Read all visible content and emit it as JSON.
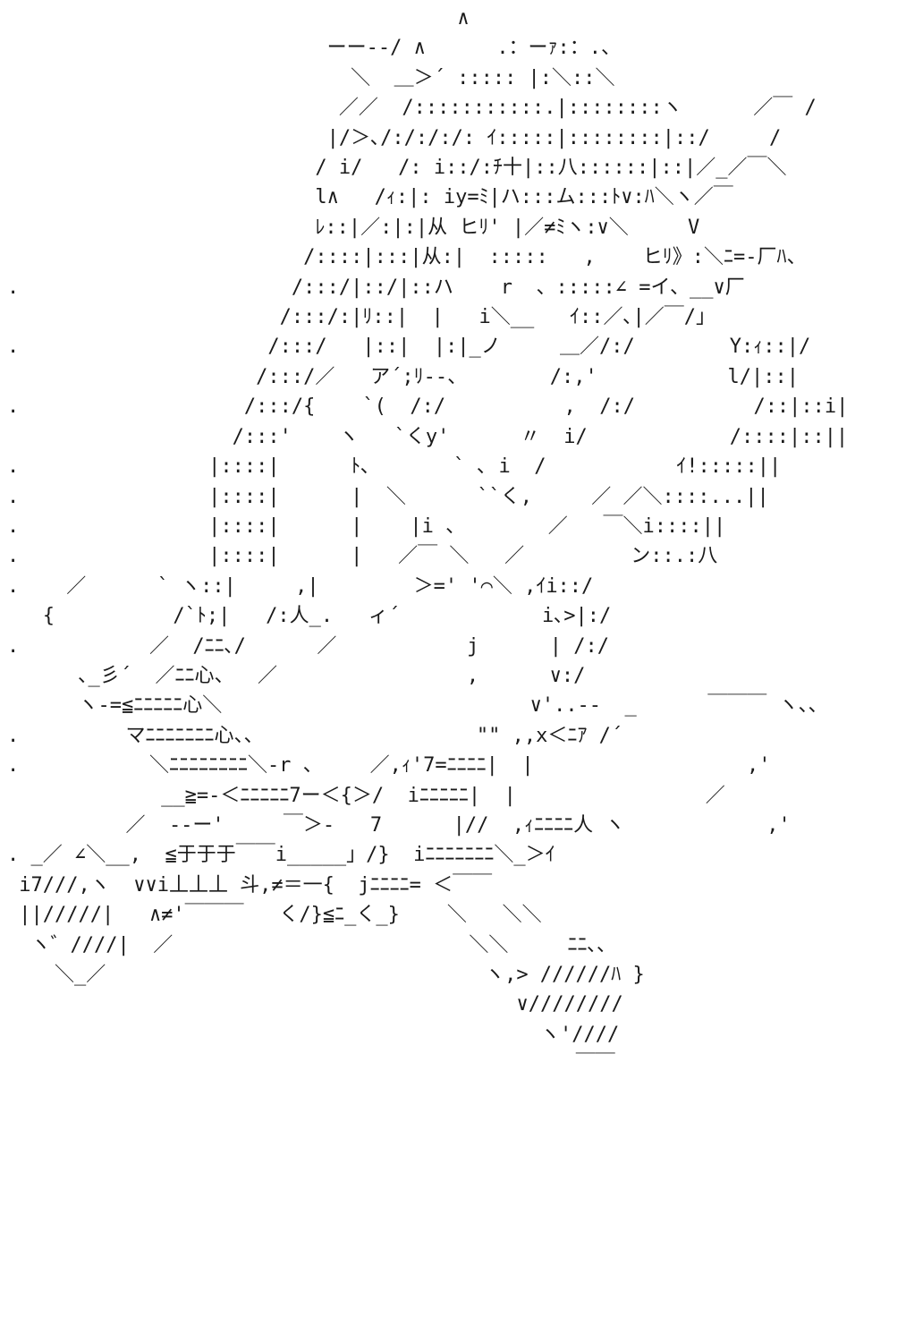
{
  "art": {
    "lines": [
      "                                      ∧",
      "                           ーー‐‐/ ∧      .：ーｧ:：.、",
      "                             ＼  ＿＞´ ::::: |:＼::＼",
      "                            ／／  /:::::::::::.|::::::::ヽ      ／￣ /",
      "                           |/＞､/:/:/:/: ｲ:::::|::::::::|::/     /",
      "                          / i/   /: i::/:ﾁ十|::八::::::|::|／_／￣＼",
      "                          l∧   /ｨ:|: iy=ﾐ|ハ:::ム:::ﾄ∨:ﾊ＼ヽ／￣",
      "                          ﾚ::|／:|:|从 ヒﾘ' |／≠ﾐヽ:∨＼     V",
      "                         /::::|:::|从:|  :::::   ,    ヒﾘ》:＼ﾆ=-厂ﾊ、",
      ".                       /:::/|::/|::ハ    r  、:::::∠ =イ、__∨厂",
      "                       /:::/:|ﾘ::|  |   i＼__   ｲ::／､|／￣/」",
      ".                     /:::/   |::|  |:|_ノ     ＿／/:/        Y:ｨ::|/",
      "                     /:::/／   ア´;ﾘ-‐、       /:,'           l/|::|",
      ".                   /:::/{    `(  /:/          ,  /:/          /::|::i|",
      "                   /:::'    ヽ   `くy'      〃  i/            /::::|::||",
      ".                |::::|      ﾄ､       ` ､ i  /           ｲ!:::::||",
      ".                |::::|      |  ＼      ``く,     ／ ／＼::::...||",
      ".                |::::|      |    |i 、       ／   ￣＼i::::||",
      ".                |::::|      |   ／￣ ＼   ／         ン::.:八",
      ".    ／      ` ヽ::|     ,|        ＞=' '⌒＼ ,ｲi::/",
      "   {          /`ﾄ;|   /:人_.   ィ´            i､>|:/",
      ".           ／  /ﾆﾆ､/      ／           j      | /:/",
      "      ､_彡´  ／ﾆﾆ心、  ／                ,      ∨:/",
      "      ヽ‐=≦ﾆﾆﾆﾆﾆ心＼                          ∨'..--  _      ￣￣￣ ヽ、、",
      ".         マﾆﾆﾆﾆﾆﾆﾆ心、、                  \"\" ,,x＜ﾆｱ /´",
      ".           ＼ﾆﾆﾆﾆﾆﾆﾆﾆ＼‐r 、    ／,ｨ'7=ﾆﾆﾆﾆ|  |                  ,'",
      "             __≧=‐＜ﾆﾆﾆﾆﾆ7ー＜{＞/  iﾆﾆﾆﾆﾆ|  |                ／",
      "          ／  ‐‐ー'     ￣＞-   7      |//  ,ｨﾆﾆﾆﾆ人 ヽ            ,'",
      ". _／ ∠＼__,  ≦于于于￣￣i_____」/}  iﾆﾆﾆﾆﾆﾆﾆ＼_＞ｲ",
      " i7///,ヽ  ∨∨i丄丄丄 斗,≠＝一{  jﾆﾆﾆﾆ= ＜￣￣",
      " ||/////|   ∧≠'￣￣￣   く/}≦ﾆ_く_}    ＼   ＼＼",
      "  ヽ゛////|  ／                         ＼＼     ﾆﾆ､､",
      "    ＼_／                                ヽ,> //////ﾊ }",
      "                                           ∨////////",
      "                                             ヽ'////",
      "                                                ￣￣"
    ]
  }
}
